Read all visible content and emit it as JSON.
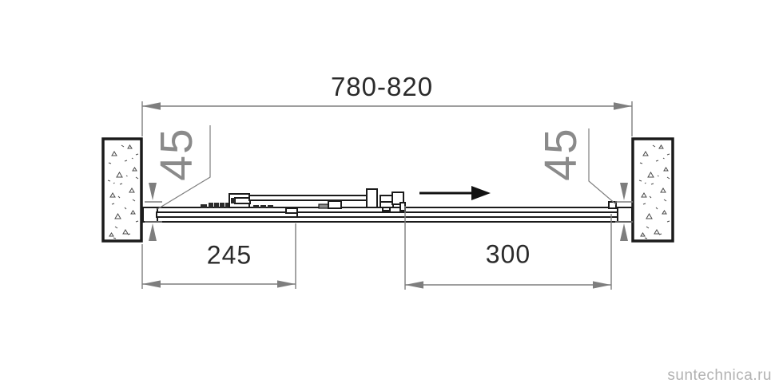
{
  "diagram": {
    "dimensions": {
      "overall_width": "780-820",
      "left_profile_adjust": "45",
      "right_profile_adjust": "45",
      "panel_width": "245",
      "opening_width": "300"
    },
    "arrow_direction": "right",
    "watermark": "suntechnica.ru",
    "colors": {
      "drawing_line": "#1b1b1b",
      "dimension_line": "#7e7e7e",
      "dimension_text": "#2b2b2b",
      "gap_text": "#8a8a8a",
      "watermark_text": "#b2b2b2"
    }
  }
}
